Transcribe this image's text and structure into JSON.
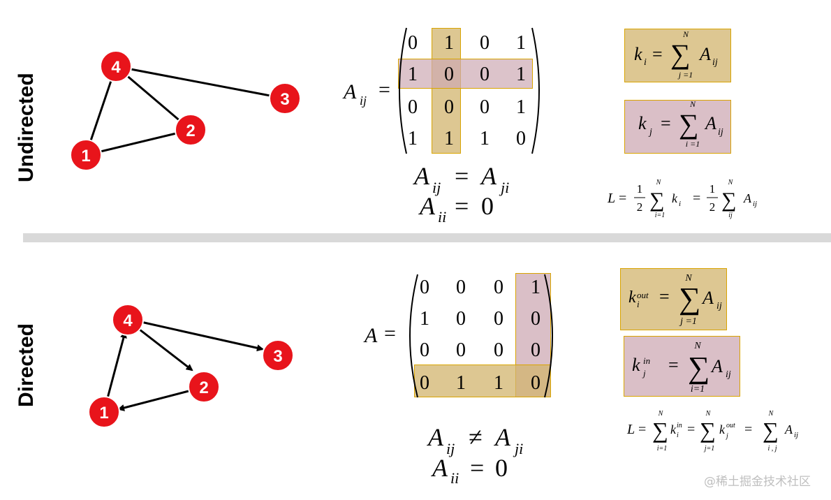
{
  "undirected": {
    "label": "Undirected",
    "nodes": [
      "1",
      "2",
      "3",
      "4"
    ],
    "matrix_lhs": "A",
    "matrix_lhs_sub": "ij",
    "matrix": [
      [
        "0",
        "1",
        "0",
        "1"
      ],
      [
        "1",
        "0",
        "0",
        "1"
      ],
      [
        "0",
        "0",
        "0",
        "1"
      ],
      [
        "1",
        "1",
        "1",
        "0"
      ]
    ],
    "prop1_a": "A",
    "prop1_sub": "ij",
    "prop1_rel": "=",
    "prop1_b": "A",
    "prop1_sub_b": "ji",
    "prop2_a": "A",
    "prop2_sub": "ii",
    "prop2_rel": "=",
    "prop2_val": "0",
    "ki_lhs": "k",
    "ki_lhs_sub": "i",
    "ki_top": "N",
    "ki_bottom": "j =1",
    "ki_rhs": "A",
    "ki_rhs_sub": "ij",
    "kj_lhs": "k",
    "kj_lhs_sub": "j",
    "kj_top": "N",
    "kj_bottom": "i =1",
    "kj_rhs": "A",
    "kj_rhs_sub": "ij",
    "L_lhs": "L",
    "L_frac_num": "1",
    "L_frac_den": "2",
    "L_top1": "N",
    "L_bottom1": "i=1",
    "L_term1": "k",
    "L_term1_sub": "i",
    "L_top2": "N",
    "L_bottom2": "ij",
    "L_term2": "A",
    "L_term2_sub": "ij"
  },
  "directed": {
    "label": "Directed",
    "nodes": [
      "1",
      "2",
      "3",
      "4"
    ],
    "matrix_lhs": "A",
    "matrix": [
      [
        "0",
        "0",
        "0",
        "1"
      ],
      [
        "1",
        "0",
        "0",
        "0"
      ],
      [
        "0",
        "0",
        "0",
        "0"
      ],
      [
        "0",
        "1",
        "1",
        "0"
      ]
    ],
    "prop1_a": "A",
    "prop1_sub": "ij",
    "prop1_rel": "≠",
    "prop1_b": "A",
    "prop1_sub_b": "ji",
    "prop2_a": "A",
    "prop2_sub": "ii",
    "prop2_rel": "=",
    "prop2_val": "0",
    "kout_lhs": "k",
    "kout_sub": "i",
    "kout_sup": "out",
    "kout_top": "N",
    "kout_bottom": "j =1",
    "kout_rhs": "A",
    "kout_rhs_sub": "ij",
    "kin_lhs": "k",
    "kin_sub": "j",
    "kin_sup": "in",
    "kin_top": "N",
    "kin_bottom": "i=1",
    "kin_rhs": "A",
    "kin_rhs_sub": "ij",
    "L_lhs": "L",
    "L_t1_top": "N",
    "L_t1_bottom": "i=1",
    "L_t1": "k",
    "L_t1_sub": "i",
    "L_t1_sup": "in",
    "L_t2_top": "N",
    "L_t2_bottom": "j=1",
    "L_t2": "k",
    "L_t2_sub": "j",
    "L_t2_sup": "out",
    "L_t3_top": "N",
    "L_t3_bottom": "i , j",
    "L_t3": "A",
    "L_t3_sub": "ij"
  },
  "colors": {
    "node": "#e8141b",
    "gold": "#d2b46e",
    "pink": "#cdaab4",
    "divider": "#d9d9d9"
  },
  "watermark": "@稀土掘金技术社区"
}
